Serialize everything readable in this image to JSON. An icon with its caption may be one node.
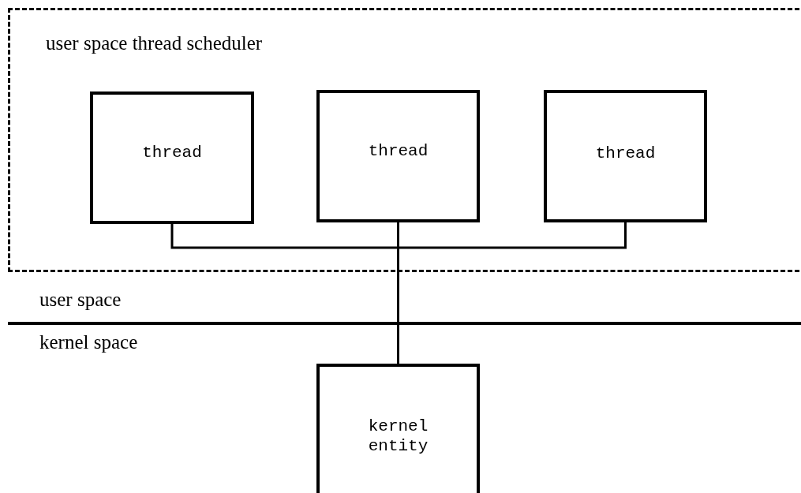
{
  "diagram": {
    "nodes": [
      {
        "text": [
          "user space thread scheduler"
        ]
      },
      {
        "text": [
          "thread"
        ],
        "in": 0
      },
      {
        "text": [
          "thread"
        ],
        "in": 0
      },
      {
        "text": [
          "thread"
        ],
        "in": 0
      },
      {
        "text": [
          "kernel entity"
        ]
      }
    ],
    "edges": [
      {
        "from": 1,
        "to": 4,
        "arrow": "none"
      },
      {
        "from": 2,
        "to": 4,
        "arrow": "none"
      },
      {
        "from": 3,
        "to": 4,
        "arrow": "none"
      }
    ],
    "labels": [
      "user space",
      "kernel space"
    ]
  }
}
